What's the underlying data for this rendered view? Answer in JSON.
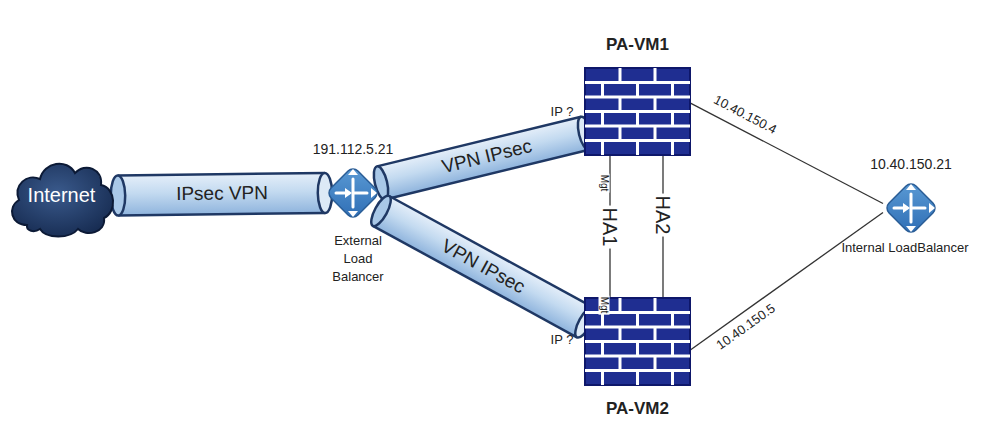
{
  "diagram": {
    "nodes": [
      {
        "text": [
          "Internet"
        ]
      },
      {
        "text": [
          "191.112.5.21",
          "External Load Balancer"
        ]
      },
      {
        "text": [
          "PA-VM1"
        ]
      },
      {
        "text": [
          "PA-VM2"
        ]
      },
      {
        "text": [
          "10.40.150.21",
          "Internal LoadBalancer"
        ]
      }
    ],
    "edges": [
      {
        "from": 0,
        "to": 1,
        "label": "IPsec VPN",
        "arrow": "none"
      },
      {
        "from": 1,
        "to": 2,
        "label": "VPN IPsec",
        "arrow": "none"
      },
      {
        "from": 1,
        "to": 3,
        "label": "VPN IPsec",
        "arrow": "none"
      },
      {
        "from": 2,
        "to": 3,
        "label": "HA1",
        "arrow": "none"
      },
      {
        "from": 2,
        "to": 3,
        "label": "HA2",
        "arrow": "none"
      },
      {
        "from": 2,
        "to": 4,
        "label": "10.40.150.4",
        "arrow": "none"
      },
      {
        "from": 3,
        "to": 4,
        "label": "10.40.150.5",
        "arrow": "none"
      }
    ],
    "labels": [
      "IP ?",
      "IP ?",
      "Mgt",
      "Mgt"
    ]
  }
}
